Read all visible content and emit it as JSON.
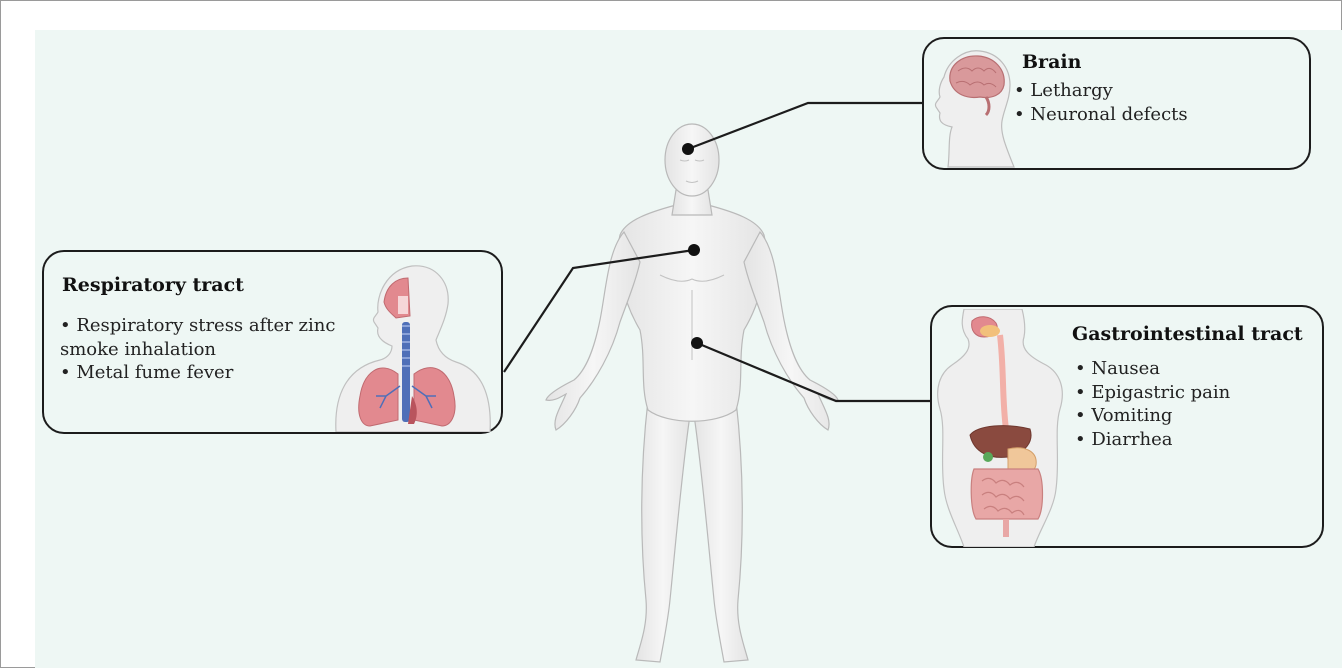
{
  "boxes": {
    "brain": {
      "title": "Brain",
      "items": [
        "Lethargy",
        "Neuronal defects"
      ],
      "icon": "brain-head-icon"
    },
    "respiratory": {
      "title": "Respiratory tract",
      "items": [
        "Respiratory stress after zinc smoke inhalation",
        "Metal fume fever"
      ],
      "icon": "lungs-icon"
    },
    "gastrointestinal": {
      "title": "Gastrointestinal tract",
      "items": [
        "Nausea",
        "Epigastric pain",
        "Vomiting",
        "Diarrhea"
      ],
      "icon": "digestive-system-icon"
    }
  },
  "colors": {
    "background": "#eef7f4",
    "body": "#f1f1f1",
    "outline": "#1c1c1c",
    "brain": "#d9999b",
    "lungs": "#e2898f",
    "trachea": "#4f6fb8",
    "intestine": "#e8a7a6",
    "liver": "#8a4a3f"
  }
}
